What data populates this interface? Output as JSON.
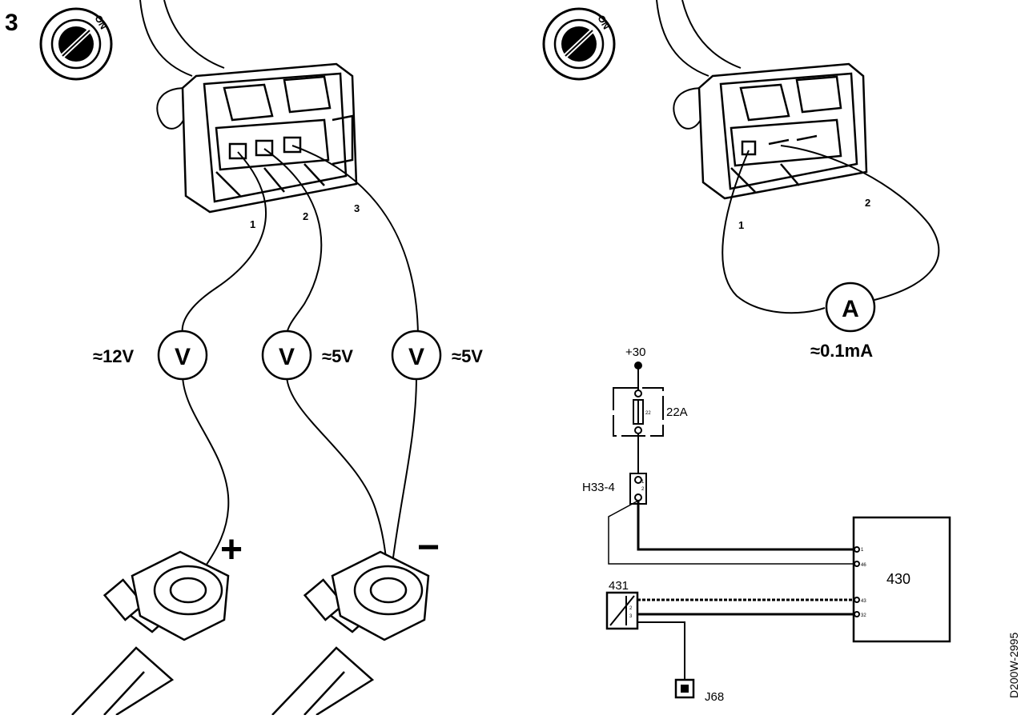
{
  "figure": {
    "step_number": "3",
    "reference_code": "D200W-2995"
  },
  "ignition_switch": {
    "label": "ON",
    "icon": "ignition-key-icon"
  },
  "left_panel": {
    "pin_labels": [
      "1",
      "2",
      "3"
    ],
    "meters": [
      {
        "symbol": "V",
        "reading": "≈12V"
      },
      {
        "symbol": "V",
        "reading": "≈5V"
      },
      {
        "symbol": "V",
        "reading": "≈5V"
      }
    ],
    "terminals": {
      "positive": "+",
      "negative": "−"
    }
  },
  "right_panel": {
    "pin_labels": [
      "1",
      "2"
    ],
    "meter": {
      "symbol": "A",
      "reading": "≈0.1mA"
    }
  },
  "schematic": {
    "supply": "+30",
    "fuse_rating": "22A",
    "fuse_mark": "22",
    "connector": "H33-4",
    "connector_pins": [
      "1",
      "2"
    ],
    "ecu": "430",
    "ecu_pins": [
      "1",
      "46",
      "43",
      "32"
    ],
    "sensor": "431",
    "sensor_pins": [
      "2",
      "3"
    ],
    "ground": "J68"
  }
}
